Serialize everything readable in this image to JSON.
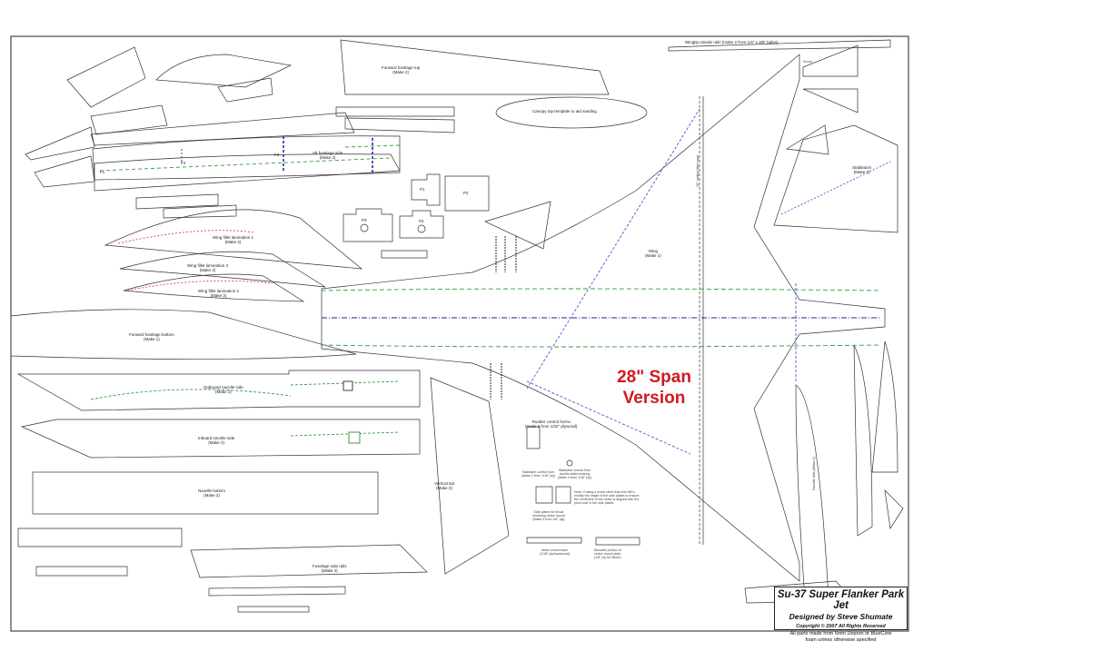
{
  "title_block": {
    "title": "Su-37 Super Flanker Park Jet",
    "designer": "Designed by Steve Shumate",
    "copyright": "Copyright © 2007    All Rights Reserved",
    "note_line1": "All parts made from 6mm Depron or BlueCore",
    "note_line2": "foam unless otherwise specified"
  },
  "version": {
    "line1": "28\" Span",
    "line2": "Version"
  },
  "parts": {
    "forward_fuselage_top_label": "Forward fuselage top",
    "forward_fuselage_top_make": "(Make 2)",
    "canopy_template": "Canopy top template to aid sanding",
    "aft_fuselage_side": "Aft fuselage side",
    "aft_fuselage_side_make": "(Make 2)",
    "p1": "P1",
    "p2": "P2",
    "p3": "P3",
    "p4": "P4",
    "f1": "F1",
    "f2": "F2",
    "f3": "F3",
    "wing_lam_1": "Wing fillet lamination 1",
    "wing_lam_1_make": "(Make 2)",
    "wing_lam_2": "Wing fillet lamination 2",
    "wing_lam_2_make": "(Make 2)",
    "wing_lam_3": "Wing fillet lamination 3",
    "wing_lam_3_make": "(Make 2)",
    "forward_fuselage_bottom": "Forward fuselage bottom",
    "forward_fuselage_bottom_make": "(Make 1)",
    "outboard_nacelle": "Outboard nacelle side",
    "outboard_nacelle_make": "(Make 2)",
    "inboard_nacelle": "Inboard nacelle side",
    "inboard_nacelle_make": "(Make 2)",
    "nacelle_bottom": "Nacelle bottom",
    "nacelle_bottom_make": "(Make 2)",
    "fuselage_side_rails": "Fuselage side rails",
    "fuselage_side_rails_make": "(Make 4)",
    "vertical_tail": "Vertical tail",
    "vertical_tail_make": "(Make 2)",
    "wing": "Wing",
    "wing_make": "(Make 1)",
    "stabilators": "Stabilators",
    "stabilators_make": "(Make 2)",
    "nacelle_fairs": "Nacelle fairs",
    "nacelle_fairs_make": "(Make 2)",
    "wingtip_missile_rails": "Wingtip missile rails (make 2 from 1/4\" x 3/8\" balsa)",
    "carbon_spar": "20\" carbon fibre spar",
    "rudder_horns": "Rudder control horns",
    "rudder_horns_make": "(make 2 from 1/32\" plywood)",
    "stabilator_horn": "Stabilator control horn",
    "stabilator_horn_make": "(Make 2 from 1/16\" ply)",
    "stabilator_horn_bearing": "Stabilator control horn",
    "stabilator_horn_bearing_line2": "double-sided bearing",
    "stabilator_horn_bearing_make": "(Make 4 from 1/16\" ply)",
    "side_plates": "Side plates for thrust",
    "side_plates_line2": "vectoring motor mount",
    "side_plates_make": "(Make 4 from 1/8\" ply)",
    "motor_mount_base": "Motor mount base",
    "motor_mount_base_make": "(1/16\" ply/hardwood)",
    "motor_mount_portion": "Movable portion of",
    "motor_mount_portion_line2": "motor mount plate",
    "motor_mount_portion_make": "(1/8\" ply for Motor)",
    "note": "Note: If using a motor other than the ME's,",
    "note2": "modify the height of the side plates to ensure",
    "note3": "the centerline of the motor is aligned with the",
    "note4": "pivot hole in the side plates.",
    "scoop": "Scoop"
  }
}
